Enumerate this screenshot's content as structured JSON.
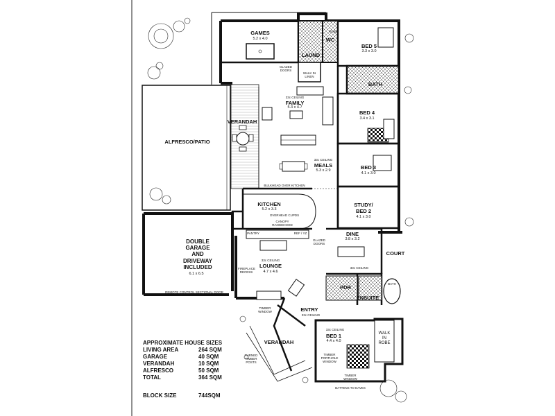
{
  "rooms": {
    "games": {
      "name": "GAMES",
      "dim": "5.2 x 4.0"
    },
    "laund": {
      "name": "LAUND"
    },
    "wc": {
      "name": "WC"
    },
    "bed5": {
      "name": "BED 5",
      "dim": "3.3 x 3.0"
    },
    "bath": {
      "name": "BATH"
    },
    "family": {
      "name": "FAMILY",
      "dim": "5.3 x 4.7",
      "ceiling": "33c CEILING"
    },
    "verandah_top": {
      "name": "VERANDAH"
    },
    "alfresco": {
      "name": "ALFRESCO/PATIO"
    },
    "bed4": {
      "name": "BED 4",
      "dim": "3.4 x 3.1"
    },
    "meals": {
      "name": "MEALS",
      "dim": "5.3 x 2.9",
      "ceiling": "33c CEILING"
    },
    "bed3": {
      "name": "BED 3",
      "dim": "4.1 x 3.0"
    },
    "kitchen": {
      "name": "KITCHEN",
      "dim": "5.2 x 3.3"
    },
    "study": {
      "name": "STUDY/",
      "name2": "BED 2",
      "dim": "4.1 x 3.0"
    },
    "garage": {
      "line1": "DOUBLE",
      "line2": "GARAGE",
      "line3": "AND",
      "line4": "DRIVEWAY",
      "line5": "INCLUDED",
      "dim": "6.1 x 6.5"
    },
    "dine": {
      "name": "DINE",
      "dim": "3.8 x 3.2",
      "ceiling": "33c CEILING"
    },
    "court": {
      "name": "COURT"
    },
    "lounge": {
      "name": "LOUNGE",
      "dim": "4.7 x 4.6",
      "ceiling": "33c CEILING"
    },
    "pdr": {
      "name": "PDR"
    },
    "ensuite": {
      "name": "ENSUITE"
    },
    "entry": {
      "name": "ENTRY",
      "ceiling": "33c CEILING"
    },
    "verandah_front": {
      "name": "VERANDAH"
    },
    "bed1": {
      "name": "BED 1",
      "dim": "4.4 x 4.0",
      "ceiling": "33c CEILING"
    },
    "walk_in_robe": {
      "line1": "WALK",
      "line2": "IN",
      "line3": "ROBE"
    }
  },
  "notes": {
    "glazed_doors_top": "GLAZED DOORS",
    "walk_in_linen": "WALK IN LINEN",
    "bulkhead": "BULKHEAD OVER KITCHEN",
    "overhead_cupds": "OVERHEAD CUPDS",
    "canopy": "CANOPY RANGEHOOD",
    "pantry": "PANTRY",
    "ref": "REF / YZ",
    "glazed_doors_mid": "GLAZED DOORS",
    "fireplace": "FIREPLACE RECESS",
    "remote_door": "REMOTE CONTROL SECTIONAL DOOR",
    "timber_window_entry": "TIMBER WINDOW",
    "turned_posts": "TURNED TIMBER POSTS",
    "timber_porthole": "TIMBER PORTHOLE WINDOW",
    "timber_window_bed1": "TIMBER WINDOW",
    "battens": "BATTENS TO EAVES",
    "robe": "ROBE",
    "bath_small": "BATH"
  },
  "summary": {
    "title": "APPROXIMATE HOUSE SIZES",
    "rows": [
      {
        "label": "LIVING AREA",
        "value": "264 SQM"
      },
      {
        "label": "GARAGE",
        "value": "40 SQM"
      },
      {
        "label": "VERANDAH",
        "value": "10 SQM"
      },
      {
        "label": "ALFRESCO",
        "value": "50 SQM"
      },
      {
        "label": "TOTAL",
        "value": "364 SQM"
      }
    ],
    "block_label": "BLOCK SIZE",
    "block_value": "744SQM"
  }
}
